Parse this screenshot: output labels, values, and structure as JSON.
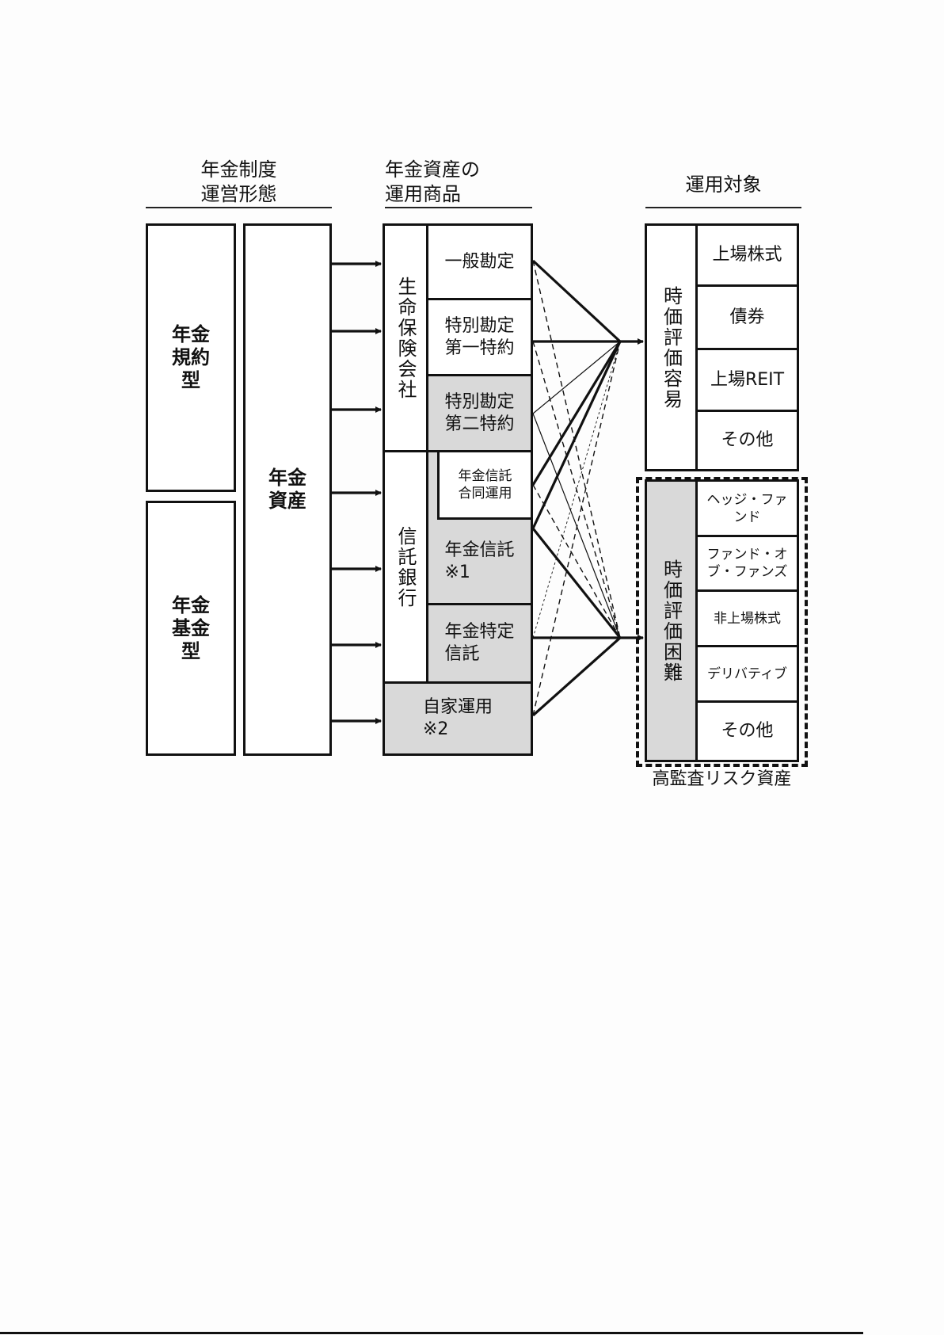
{
  "headers": {
    "col1": [
      "年金制度",
      "運営形態"
    ],
    "col2": [
      "年金資産の",
      "運用商品"
    ],
    "col3": "運用対象"
  },
  "scheme_types": [
    {
      "label": "年金\n規約\n型"
    },
    {
      "label": "年金\n基金\n型"
    }
  ],
  "pension_assets": {
    "label": "年金\n資産"
  },
  "providers": {
    "life_insurance": {
      "label": "生命保険会社",
      "products": [
        {
          "label": "一般勘定",
          "shaded": false
        },
        {
          "label": "特別勘定\n第一特約",
          "shaded": false
        },
        {
          "label": "特別勘定\n第二特約",
          "shaded": true
        }
      ]
    },
    "trust_bank": {
      "label": "信託銀行",
      "products": [
        {
          "label": "年金信託\n合同運用",
          "shaded": false
        },
        {
          "label": "年金信託\n※1",
          "shaded": true
        },
        {
          "label": "年金特定\n信託",
          "shaded": true
        }
      ]
    },
    "self_managed": {
      "label": "自家運用\n※2",
      "shaded": true
    }
  },
  "targets": {
    "easy": {
      "label": "時価評価容易",
      "items": [
        "上場株式",
        "債券",
        "上場REIT",
        "その他"
      ]
    },
    "hard": {
      "label": "時価評価困難",
      "items": [
        "ヘッジ・ファ\nンド",
        "ファンド・オ\nブ・ファンズ",
        "非上場株式",
        "デリバティブ",
        "その他"
      ],
      "group_label": "高監査リスク資産"
    }
  },
  "links": [
    {
      "from": "一般勘定",
      "to": "時価評価容易",
      "style": "thick"
    },
    {
      "from": "一般勘定",
      "to": "時価評価困難",
      "style": "dashed"
    },
    {
      "from": "特別勘定第一特約",
      "to": "時価評価容易",
      "style": "thick"
    },
    {
      "from": "特別勘定第一特約",
      "to": "時価評価困難",
      "style": "dashed"
    },
    {
      "from": "特別勘定第二特約",
      "to": "時価評価容易",
      "style": "thin"
    },
    {
      "from": "特別勘定第二特約",
      "to": "時価評価困難",
      "style": "thin"
    },
    {
      "from": "年金信託合同運用",
      "to": "時価評価容易",
      "style": "thick"
    },
    {
      "from": "年金信託合同運用",
      "to": "時価評価困難",
      "style": "dashed"
    },
    {
      "from": "年金信託",
      "to": "時価評価容易",
      "style": "thick"
    },
    {
      "from": "年金信託",
      "to": "時価評価困難",
      "style": "thick"
    },
    {
      "from": "年金特定信託",
      "to": "時価評価容易",
      "style": "dotted"
    },
    {
      "from": "年金特定信託",
      "to": "時価評価困難",
      "style": "thick"
    },
    {
      "from": "自家運用",
      "to": "時価評価容易",
      "style": "dashed"
    },
    {
      "from": "自家運用",
      "to": "時価評価困難",
      "style": "thick"
    }
  ]
}
